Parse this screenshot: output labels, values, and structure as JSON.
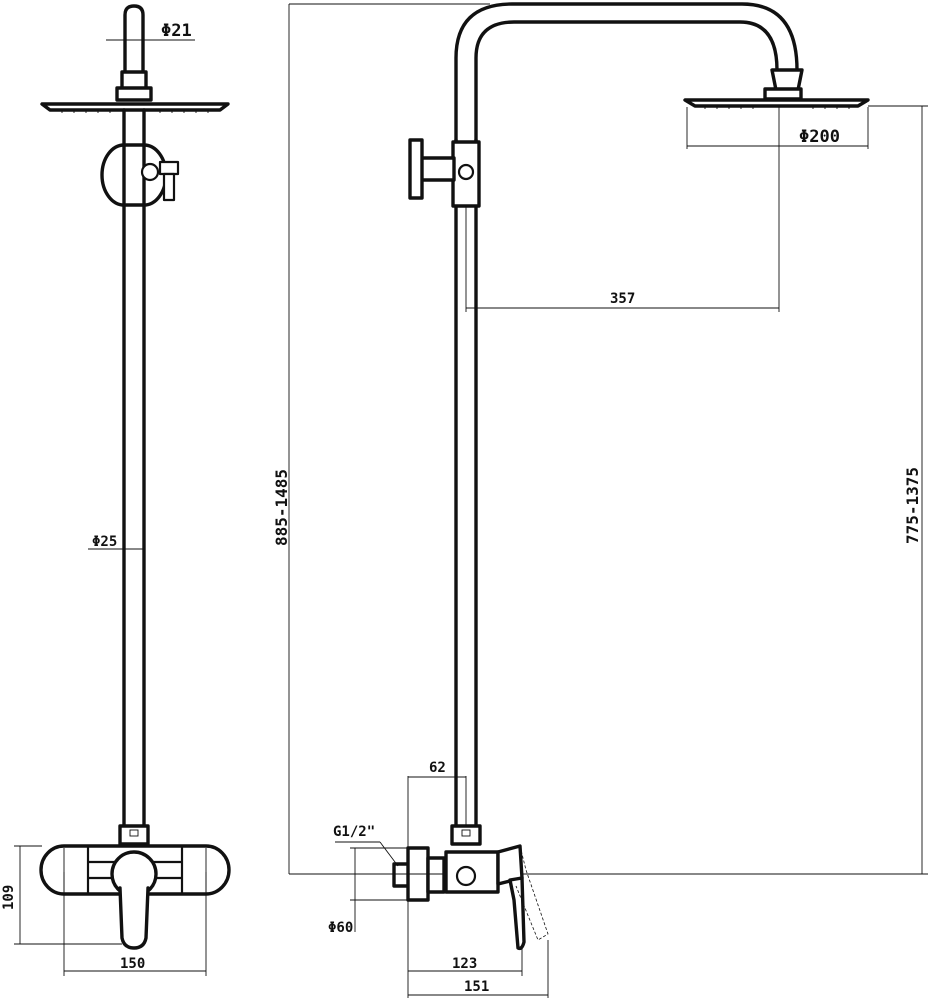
{
  "dimensions": {
    "head_connector_diameter": "Φ21",
    "head_diameter": "Φ200",
    "pipe_diameter": "Φ25",
    "arm_reach": "357",
    "total_height_range": "885-1485",
    "head_height_range": "775-1375",
    "pipe_offset": "62",
    "inlet_thread": "G1/2\"",
    "escutcheon_diameter": "Φ60",
    "mixer_height": "109",
    "mixer_center_spacing": "150",
    "mixer_depth": "123",
    "mixer_total_depth": "151"
  }
}
